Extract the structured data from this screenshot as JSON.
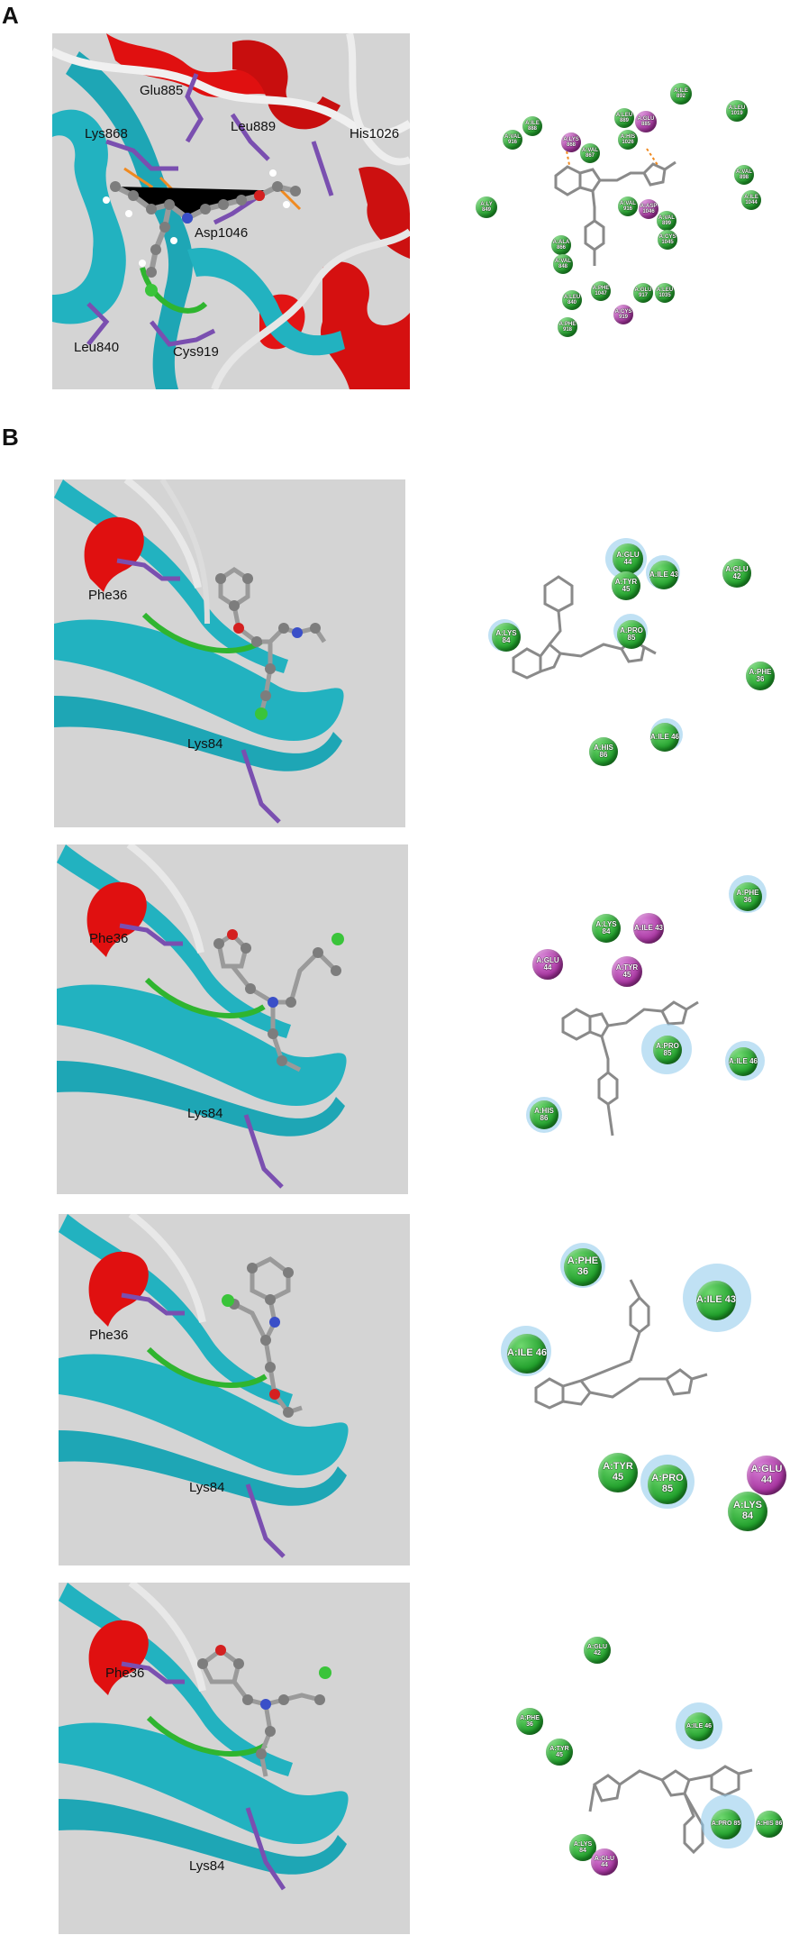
{
  "figure": {
    "panels": [
      {
        "label": "A",
        "structure": {
          "residue_labels": [
            "Glu885",
            "Lys868",
            "Leu889",
            "His1026",
            "Asp1046",
            "Leu840",
            "Cys919"
          ]
        },
        "interaction_map": {
          "residues": [
            {
              "name": "A:ILE 892",
              "color": "green"
            },
            {
              "name": "A:LEU 1019",
              "color": "green"
            },
            {
              "name": "A:LEU 889",
              "color": "green"
            },
            {
              "name": "A:GLU 885",
              "color": "purple"
            },
            {
              "name": "A:HIS 1026",
              "color": "green"
            },
            {
              "name": "A:ILE 888",
              "color": "green"
            },
            {
              "name": "A:VAL 916",
              "color": "green"
            },
            {
              "name": "A:LYS 868",
              "color": "purple"
            },
            {
              "name": "A:VAL 867",
              "color": "green"
            },
            {
              "name": "A:VAL 898",
              "color": "green"
            },
            {
              "name": "A:ILE 1044",
              "color": "green"
            },
            {
              "name": "A:LY 849",
              "color": "green"
            },
            {
              "name": "A:VAL 916",
              "color": "green"
            },
            {
              "name": "A:ASP 1046",
              "color": "purple"
            },
            {
              "name": "A:VAL 899",
              "color": "green"
            },
            {
              "name": "A:CYS 1045",
              "color": "green"
            },
            {
              "name": "A:ALA 866",
              "color": "green"
            },
            {
              "name": "A:VAL 848",
              "color": "green"
            },
            {
              "name": "A:PHE 1047",
              "color": "green"
            },
            {
              "name": "A:GLU 917",
              "color": "green"
            },
            {
              "name": "A:LEU 1035",
              "color": "green"
            },
            {
              "name": "A:LEU 840",
              "color": "green"
            },
            {
              "name": "A:CYS 919",
              "color": "purple"
            },
            {
              "name": "A:PHE 918",
              "color": "green"
            }
          ]
        }
      },
      {
        "label": "B",
        "rows": [
          {
            "structure": {
              "residue_labels": [
                "Phe36",
                "Lys84"
              ]
            },
            "interaction_map": {
              "residues": [
                {
                  "name": "A:GLU 44",
                  "color": "green"
                },
                {
                  "name": "A:ILE 43",
                  "color": "green"
                },
                {
                  "name": "A:GLU 42",
                  "color": "green"
                },
                {
                  "name": "A:TYR 45",
                  "color": "green"
                },
                {
                  "name": "A:PRO 85",
                  "color": "green"
                },
                {
                  "name": "A:LYS 84",
                  "color": "green"
                },
                {
                  "name": "A:PHE 36",
                  "color": "green"
                },
                {
                  "name": "A:HIS 86",
                  "color": "green"
                },
                {
                  "name": "A:ILE 46",
                  "color": "green"
                }
              ]
            }
          },
          {
            "structure": {
              "residue_labels": [
                "Phe36",
                "Lys84"
              ]
            },
            "interaction_map": {
              "residues": [
                {
                  "name": "A:PHE 36",
                  "color": "green"
                },
                {
                  "name": "A:LYS 84",
                  "color": "green"
                },
                {
                  "name": "A:ILE 43",
                  "color": "purple"
                },
                {
                  "name": "A:GLU 44",
                  "color": "purple"
                },
                {
                  "name": "A:TYR 45",
                  "color": "purple"
                },
                {
                  "name": "A:PRO 85",
                  "color": "green"
                },
                {
                  "name": "A:ILE 46",
                  "color": "green"
                },
                {
                  "name": "A:HIS 86",
                  "color": "green"
                }
              ]
            }
          },
          {
            "structure": {
              "residue_labels": [
                "Phe36",
                "Lys84"
              ]
            },
            "interaction_map": {
              "residues": [
                {
                  "name": "A:PHE 36",
                  "color": "green"
                },
                {
                  "name": "A:ILE 43",
                  "color": "green"
                },
                {
                  "name": "A:ILE 46",
                  "color": "green"
                },
                {
                  "name": "A:TYR 45",
                  "color": "green"
                },
                {
                  "name": "A:PRO 85",
                  "color": "green"
                },
                {
                  "name": "A:GLU 44",
                  "color": "purple"
                },
                {
                  "name": "A:LYS 84",
                  "color": "green"
                }
              ]
            }
          },
          {
            "structure": {
              "residue_labels": [
                "Phe36",
                "Lys84"
              ]
            },
            "interaction_map": {
              "residues": [
                {
                  "name": "A:GLU 42",
                  "color": "green"
                },
                {
                  "name": "A:PHE 36",
                  "color": "green"
                },
                {
                  "name": "A:ILE 46",
                  "color": "green"
                },
                {
                  "name": "A:TYR 45",
                  "color": "green"
                },
                {
                  "name": "A:PRO 85",
                  "color": "green"
                },
                {
                  "name": "A:HIS 86",
                  "color": "green"
                },
                {
                  "name": "A:LYS 84",
                  "color": "green"
                },
                {
                  "name": "A:GLU 44",
                  "color": "purple"
                }
              ]
            }
          }
        ]
      }
    ],
    "colors": {
      "panel_bg": "#d4d4d4",
      "helix": "#e01010",
      "sheet": "#22b2c0",
      "loop": "#e8e8e8",
      "residue_stick": "#7a4fb0",
      "ligand_atom": "#8a8a8a",
      "residue_green": "#2aa832",
      "residue_purple": "#a7339f",
      "halo": "#8cc8eb"
    }
  }
}
